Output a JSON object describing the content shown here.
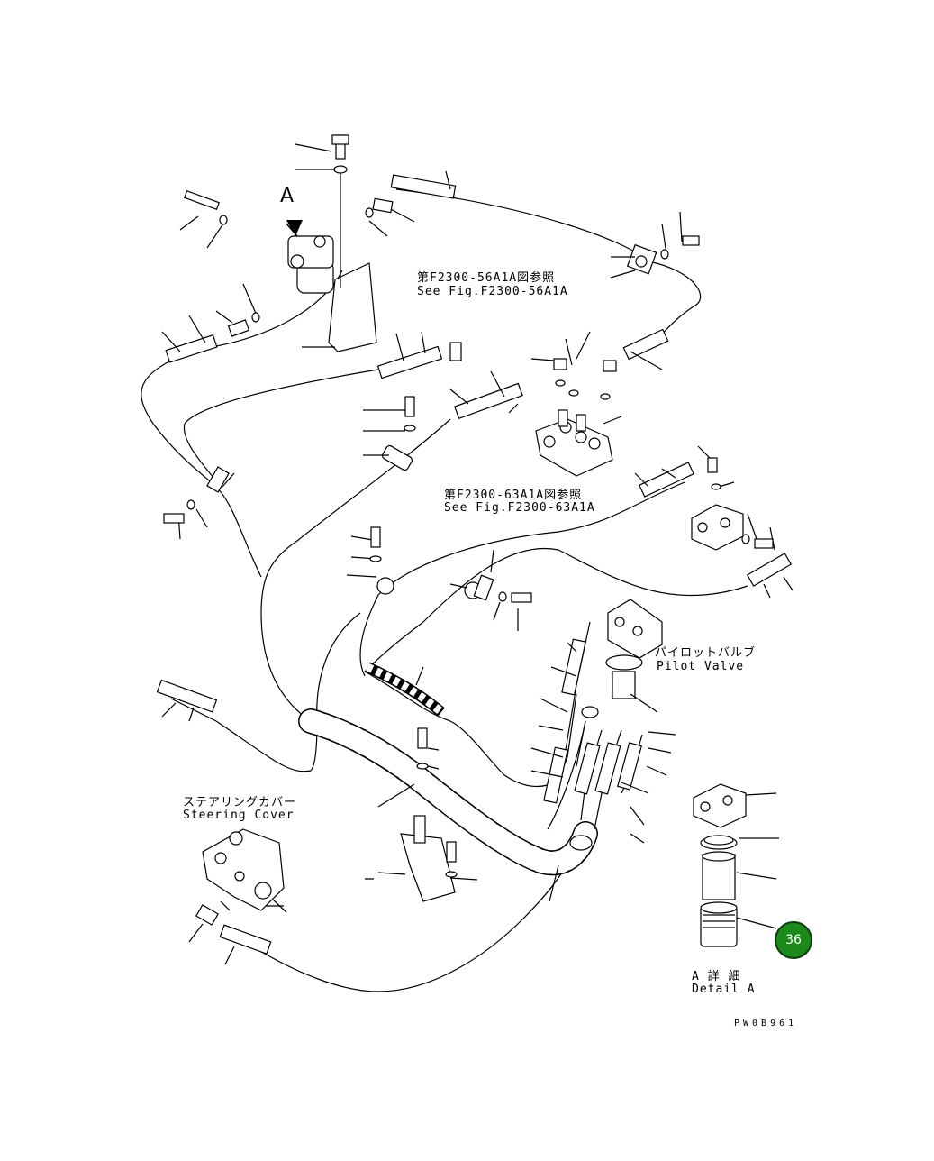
{
  "labels": {
    "view_marker": "A",
    "ref1_jp": "第F2300-56A1A図参照",
    "ref1_en": "See Fig.F2300-56A1A",
    "ref2_jp": "第F2300-63A1A図参照",
    "ref2_en": "See Fig.F2300-63A1A",
    "pilot_jp": "パイロットバルブ",
    "pilot_en": "Pilot Valve",
    "steer_jp": "ステアリングカバー",
    "steer_en": "Steering Cover",
    "detail_jp": "A 詳 細",
    "detail_en": "Detail A",
    "drawing_no": "PW0B961"
  },
  "badge": {
    "number": "36",
    "color": "#1b8a1b"
  }
}
